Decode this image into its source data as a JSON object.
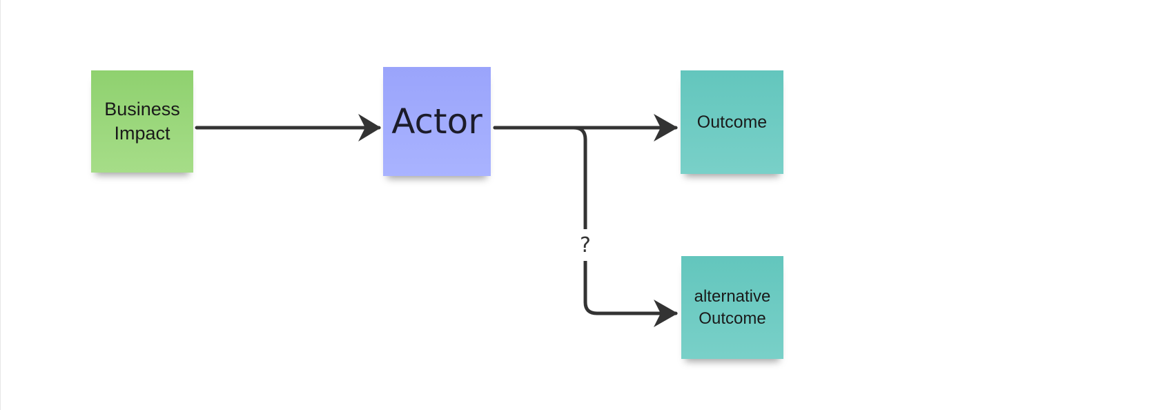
{
  "diagram": {
    "nodes": {
      "business_impact": {
        "line1": "Business",
        "line2": "Impact"
      },
      "actor": {
        "label": "Actor"
      },
      "outcome": {
        "label": "Outcome"
      },
      "alternative_outcome": {
        "line1": "alternative",
        "line2": "Outcome"
      }
    },
    "edges": [
      {
        "from": "business_impact",
        "to": "actor",
        "label": ""
      },
      {
        "from": "actor",
        "to": "outcome",
        "label": ""
      },
      {
        "from": "actor",
        "to": "alternative_outcome",
        "label": "?"
      }
    ],
    "colors": {
      "business_impact": "#9ad77b",
      "actor": "#a2acfd",
      "outcome": "#6ccbc2",
      "connector": "#333333"
    }
  }
}
